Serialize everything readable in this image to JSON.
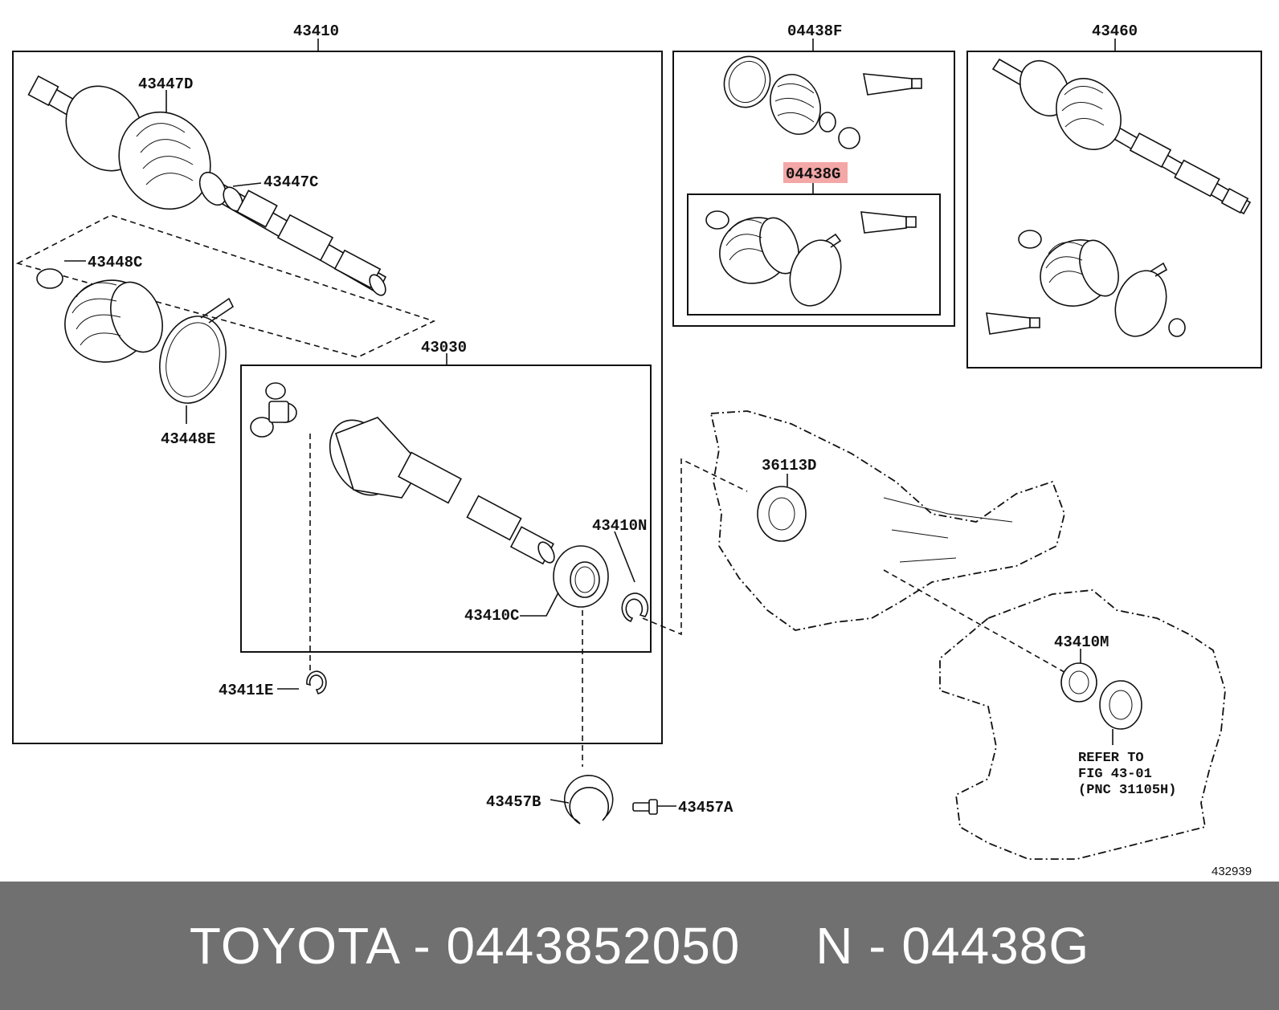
{
  "labels": {
    "l43410": "43410",
    "l04438F": "04438F",
    "l43460": "43460",
    "l43447D": "43447D",
    "l43447C": "43447C",
    "l43448C": "43448C",
    "l43448E": "43448E",
    "l04438G": "04438G",
    "l43030": "43030",
    "l36113D": "36113D",
    "l43410N": "43410N",
    "l43410C": "43410C",
    "l43411E": "43411E",
    "l43410M": "43410M",
    "l43457B": "43457B",
    "l43457A": "43457A",
    "refer1": "REFER TO",
    "refer2": "FIG 43-01",
    "refer3": "(PNC 31105H)",
    "fig_number": "432939"
  },
  "highlight_color": "#f4a7a7",
  "footer": {
    "text": "TOYOTA - 0443852050     N - 04438G",
    "background": "#707070"
  }
}
